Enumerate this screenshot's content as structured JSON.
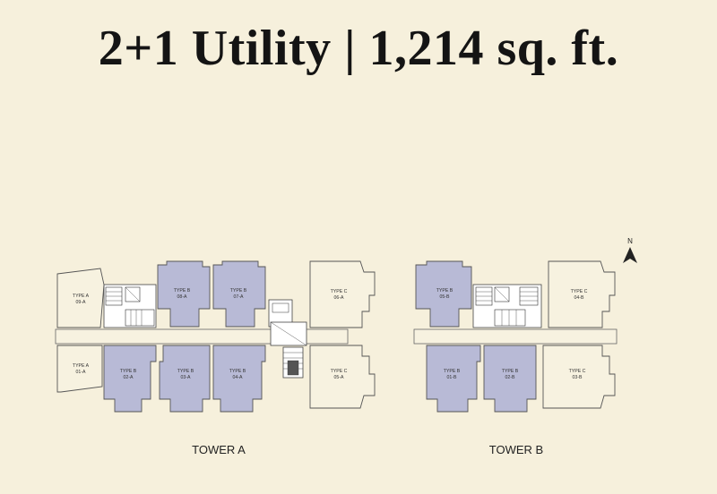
{
  "title": "2+1 Utility | 1,214 sq. ft.",
  "colors": {
    "background": "#f6f0dc",
    "highlight_unit": "#b8bad6",
    "plain_unit": "#f7f2e0",
    "outline": "#555555",
    "core": "#ffffff"
  },
  "compass": {
    "label": "N",
    "icon": "north-arrow-icon"
  },
  "towers": [
    {
      "name": "TOWER A",
      "units": [
        {
          "type": "TYPE A",
          "no": "09-A",
          "highlighted": false
        },
        {
          "type": "TYPE B",
          "no": "08-A",
          "highlighted": true
        },
        {
          "type": "TYPE B",
          "no": "07-A",
          "highlighted": true
        },
        {
          "type": "TYPE C",
          "no": "06-A",
          "highlighted": false
        },
        {
          "type": "TYPE A",
          "no": "01-A",
          "highlighted": false
        },
        {
          "type": "TYPE B",
          "no": "02-A",
          "highlighted": true
        },
        {
          "type": "TYPE B",
          "no": "03-A",
          "highlighted": true
        },
        {
          "type": "TYPE B",
          "no": "04-A",
          "highlighted": true
        },
        {
          "type": "TYPE C",
          "no": "05-A",
          "highlighted": false
        }
      ]
    },
    {
      "name": "TOWER B",
      "units": [
        {
          "type": "TYPE B",
          "no": "05-B",
          "highlighted": true
        },
        {
          "type": "TYPE C",
          "no": "04-B",
          "highlighted": false
        },
        {
          "type": "TYPE B",
          "no": "01-B",
          "highlighted": true
        },
        {
          "type": "TYPE B",
          "no": "02-B",
          "highlighted": true
        },
        {
          "type": "TYPE C",
          "no": "03-B",
          "highlighted": false
        }
      ]
    }
  ]
}
